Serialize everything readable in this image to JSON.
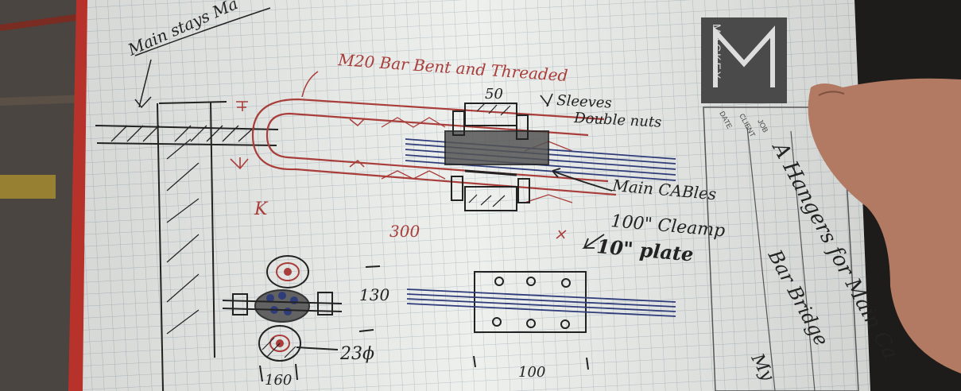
{
  "sketch": {
    "top_note": "Main stays Ma",
    "bar_note": "M20 Bar Bent and Threaded",
    "sleeve_dim": "50",
    "sleeves_note": "Sleeves",
    "double_nuts_note": "Double nuts",
    "main_cables_note": "Main CABles",
    "clamp_plate_line1": "100\" Cleamp",
    "clamp_plate_line2": "10\" plate",
    "length_dim": "300",
    "section_height_dim": "130",
    "rod_diameter_dim": "23ϕ",
    "section_width_dim": "160",
    "plate_length_dim": "100",
    "left_mark": "K"
  },
  "title_block": {
    "brand": "MACKEY",
    "field_job": "JOB",
    "field_client": "CLIENT",
    "field_date": "DATE",
    "handwritten_line1": "A Hangers for Main Ca",
    "handwritten_line2": "Bar Bridge",
    "handwritten_line3": "My"
  },
  "colors": {
    "paper": "#eef0ee",
    "grid": "#b9c4c8",
    "red_ink": "#a83d3a",
    "black_ink": "#222222",
    "blue_ink": "#2f3c7a"
  }
}
